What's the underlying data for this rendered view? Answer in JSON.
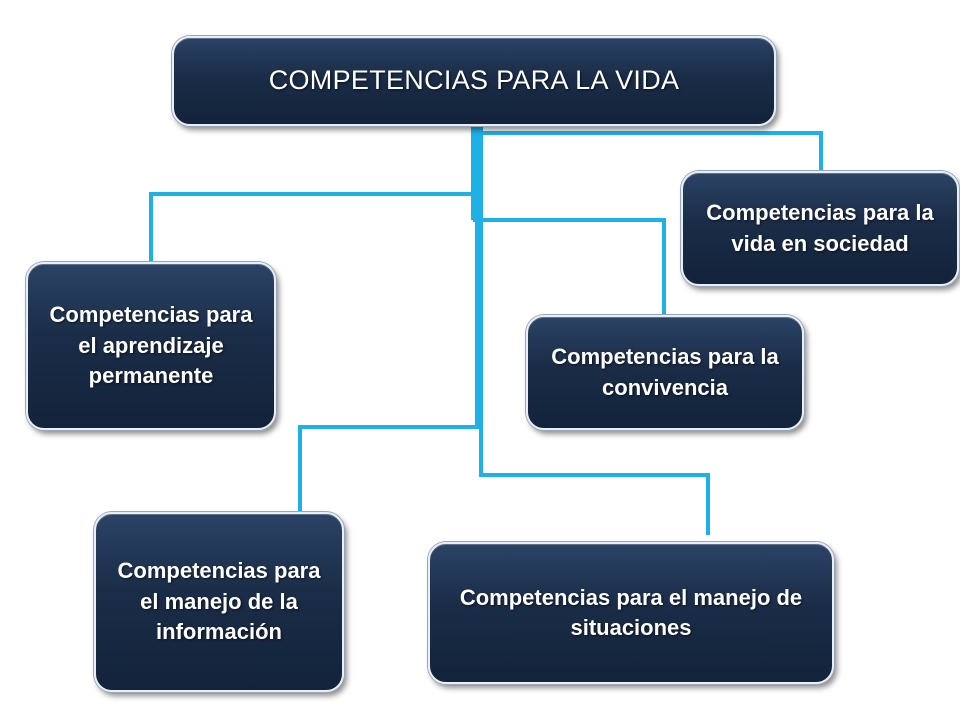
{
  "diagram": {
    "title": "COMPETENCIAS PARA LA VIDA",
    "nodes": {
      "sociedad": "Competencias para la vida en sociedad",
      "aprendizaje": "Competencias para el aprendizaje permanente",
      "convivencia": "Competencias para la convivencia",
      "informacion": "Competencias para el manejo de la información",
      "situaciones": "Competencias para el manejo de situaciones"
    }
  },
  "colors": {
    "box_fill": "#1a2c47",
    "box_border": "#e9eef5",
    "text": "#ffffff",
    "connector": "#1fb0e6",
    "background": "#ffffff"
  }
}
